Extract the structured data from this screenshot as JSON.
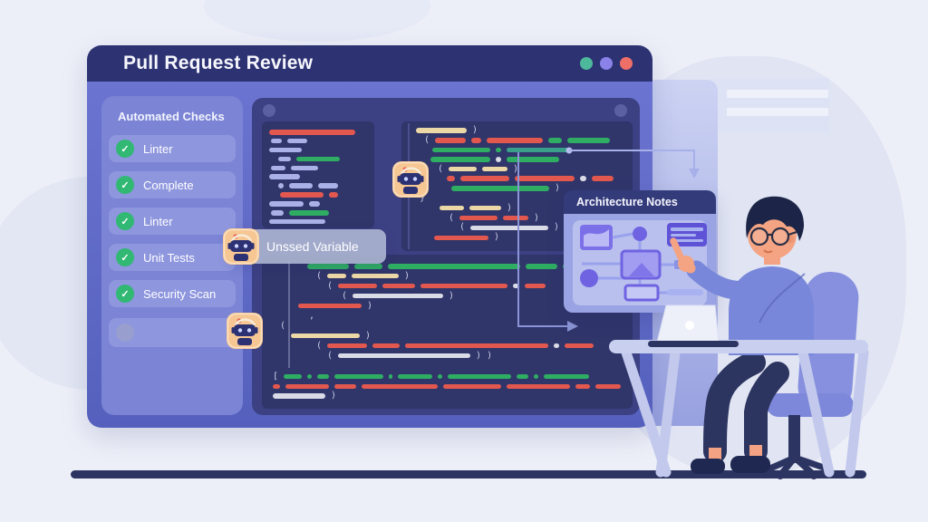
{
  "window": {
    "title": "Pull Request Review",
    "dots": [
      "#4db89b",
      "#8a82e8",
      "#ee6f68"
    ]
  },
  "sidebar": {
    "header": "Automated Checks",
    "check_color": "#31b873",
    "items": [
      {
        "label": "Linter",
        "state": "passed"
      },
      {
        "label": "Complete",
        "state": "passed"
      },
      {
        "label": "Linter",
        "state": "passed"
      },
      {
        "label": "Unit Tests",
        "state": "passed"
      },
      {
        "label": "Security Scan",
        "state": "passed"
      },
      {
        "label": "",
        "state": "pending"
      }
    ]
  },
  "tooltip": {
    "text": "Unssed Variable"
  },
  "architecture": {
    "title": "Architecture Notes"
  },
  "code_colors": {
    "r": "#e2584f",
    "g": "#2fae63",
    "e": "#3aa08a",
    "c": "#ecd8a6",
    "l": "#a9b1e6",
    "w": "#d9dbe6"
  },
  "code": {
    "left": [
      [
        0,
        "r:95"
      ],
      [
        2,
        "l:12",
        "l:22"
      ],
      [
        0,
        "l:36"
      ],
      [
        10,
        "l:14",
        "g:48"
      ],
      [
        2,
        "l:16",
        "l:30"
      ],
      [
        0,
        "l:34"
      ],
      [
        10,
        "l:6",
        "l:26",
        "l:22"
      ],
      [
        12,
        "r:48",
        "r:10"
      ],
      [
        0,
        "l:38",
        "l:12"
      ],
      [
        2,
        "l:14",
        "g:44"
      ],
      [
        0,
        "l:62"
      ]
    ],
    "right": [
      [
        4,
        "c:56",
        "#)"
      ],
      [
        13,
        "#(",
        "r:34",
        "r:11",
        "r:62",
        "g:15",
        "g:47"
      ],
      [
        22,
        "g:64",
        "g:6",
        "e:72"
      ],
      [
        20,
        "g:66",
        "w:6",
        "g:58"
      ],
      [
        28,
        "#(",
        "c:31",
        "c:28",
        "#)"
      ],
      [
        38,
        "r:9",
        "r:54",
        "r:66",
        "w:7",
        "r:24"
      ],
      [
        43,
        "g:108",
        "#)"
      ],
      [
        8,
        "#}"
      ],
      [
        30,
        "c:27",
        "c:35",
        "#)"
      ],
      [
        40,
        "#(",
        "r:42",
        "r:28",
        "#)"
      ],
      [
        52,
        "#(",
        "w:86",
        "#)"
      ],
      [
        24,
        "r:60",
        "#)"
      ]
    ],
    "bottom": [
      [
        38,
        "g:46",
        "g:31",
        "g:146",
        "g:35",
        "g:58"
      ],
      [
        48,
        "#(",
        "c:21",
        "c:52",
        "#)"
      ],
      [
        60,
        "#(",
        "r:43",
        "r:36",
        "r:96",
        "w:7",
        "r:23"
      ],
      [
        76,
        "#(",
        "w:100",
        "#)"
      ],
      [
        28,
        "r:70",
        "#)"
      ],
      [
        40,
        "#,"
      ],
      [
        8,
        "#("
      ],
      [
        20,
        "c:76",
        "#)"
      ],
      [
        48,
        "#(",
        "r:44",
        "r:30",
        "r:158",
        "w:6",
        "r:32"
      ],
      [
        60,
        "#(",
        "w:146",
        "#)",
        "#)"
      ],
      [
        0,
        "#[",
        "g:20",
        "g:5",
        "g:13",
        "g:54",
        "g:4",
        "g:38",
        "g:5",
        "g:70",
        "g:13",
        "g:5",
        "g:50"
      ],
      [
        0,
        "r:8",
        "r:48",
        "r:24",
        "r:84",
        "r:64",
        "r:70",
        "r:16",
        "r:28"
      ],
      [
        0,
        "w:58",
        "#)"
      ]
    ],
    "gap_before_row": 10
  }
}
